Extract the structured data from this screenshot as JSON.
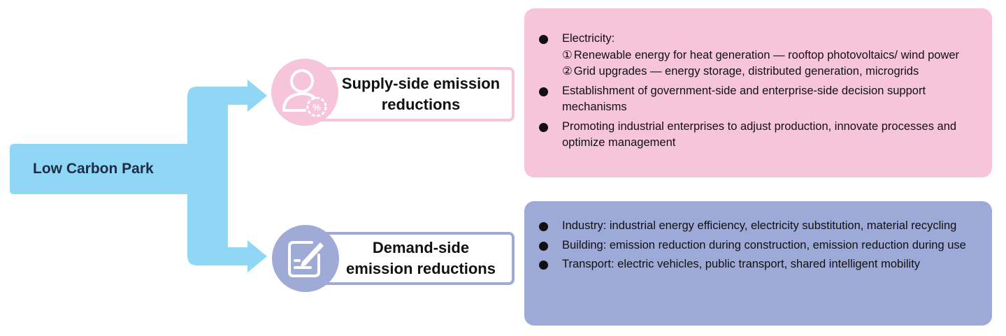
{
  "root": {
    "label": "Low Carbon Park"
  },
  "branches": [
    {
      "title": "Supply-side emission reductions",
      "title_lines": [
        "Supply-side emission",
        "reductions"
      ],
      "icon": "person-percent-icon",
      "color": "#f6c5da",
      "items": [
        {
          "text": "Electricity:",
          "sub": [
            {
              "num": "①",
              "text": "Renewable energy for heat generation — rooftop photovoltaics/ wind power"
            },
            {
              "num": "②",
              "text": "Grid upgrades — energy storage, distributed generation, microgrids"
            }
          ]
        },
        {
          "text": "Establishment of government-side and enterprise-side decision support mechanisms"
        },
        {
          "text": "Promoting industrial enterprises to adjust production, innovate processes and optimize management"
        }
      ]
    },
    {
      "title": "Demand-side emission reductions",
      "title_lines": [
        "Demand-side",
        "emission reductions"
      ],
      "icon": "edit-document-icon",
      "color": "#9da9d6",
      "items": [
        {
          "text": "Industry: industrial energy efficiency, electricity substitution, material recycling"
        },
        {
          "text": "Building: emission reduction during construction, emission reduction during use"
        },
        {
          "text": "Transport: electric vehicles, public transport, shared intelligent mobility"
        }
      ]
    }
  ],
  "colors": {
    "connector": "#8fd7f5",
    "supply": "#f6c5da",
    "demand": "#9da9d6"
  }
}
